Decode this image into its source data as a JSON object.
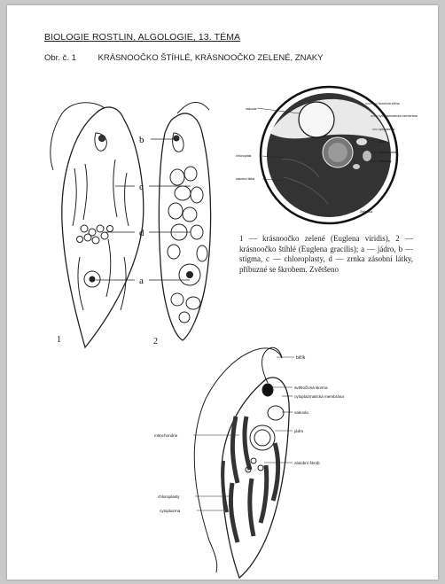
{
  "header": {
    "title": "BIOLOGIE ROSTLIN, ALGOLOGIE, 13. TÉMA",
    "figure_no": "Obr. č. 1",
    "figure_title": "KRÁSNOOČKO ŠTÍHLÉ, KRÁSNOOČKO ZELENÉ, ZNAKY"
  },
  "figure1": {
    "labels": {
      "a": "a",
      "b": "b",
      "c": "c",
      "d": "d"
    },
    "numbers": {
      "one": "1",
      "two": "2"
    }
  },
  "figure_micro": {
    "labels": {
      "right1": "bunečná stěna",
      "right2": "cytoplazmatická membrána",
      "right3": "cytoplazma",
      "right4": "jádro",
      "right5": "mitochondrie",
      "right6": "ribozomy",
      "top": "vakuola",
      "left1": "chloroplast",
      "left2": "zásobní látka",
      "bottom": "Zelenka"
    }
  },
  "caption": {
    "text": "1 — krásnoočko zelené (Euglena viridis), 2 — krásnoočko štíhlé (Euglena gracilis); a — jádro, b — stigma, c — chloroplasty, d — zrnka zásobní látky, příbuzné se škrobem. Zvětšeno"
  },
  "figure_bottom": {
    "labels": {
      "bicik": "bičík",
      "skvrna": "světločivná skvrna",
      "membrana": "cytoplazmatická membrána",
      "vakuola": "vakuola",
      "jadro": "jádro",
      "mitochondrie": "mitochondrie",
      "skrob": "zásobní škrob",
      "chloroplasty": "chloroplasty",
      "cytoplazma": "cytoplazma"
    }
  }
}
